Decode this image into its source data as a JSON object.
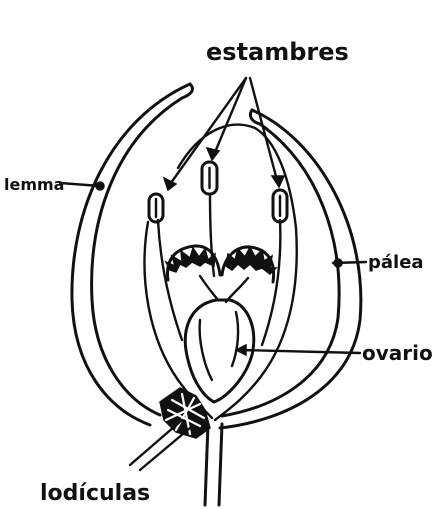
{
  "labels": {
    "estambres": "estambres",
    "lemma": "lemma",
    "palea": "pálea",
    "ovario": "ovario",
    "lodiculas": "lodículas"
  },
  "colors": {
    "ink": "#111111",
    "background": "#ffffff"
  }
}
